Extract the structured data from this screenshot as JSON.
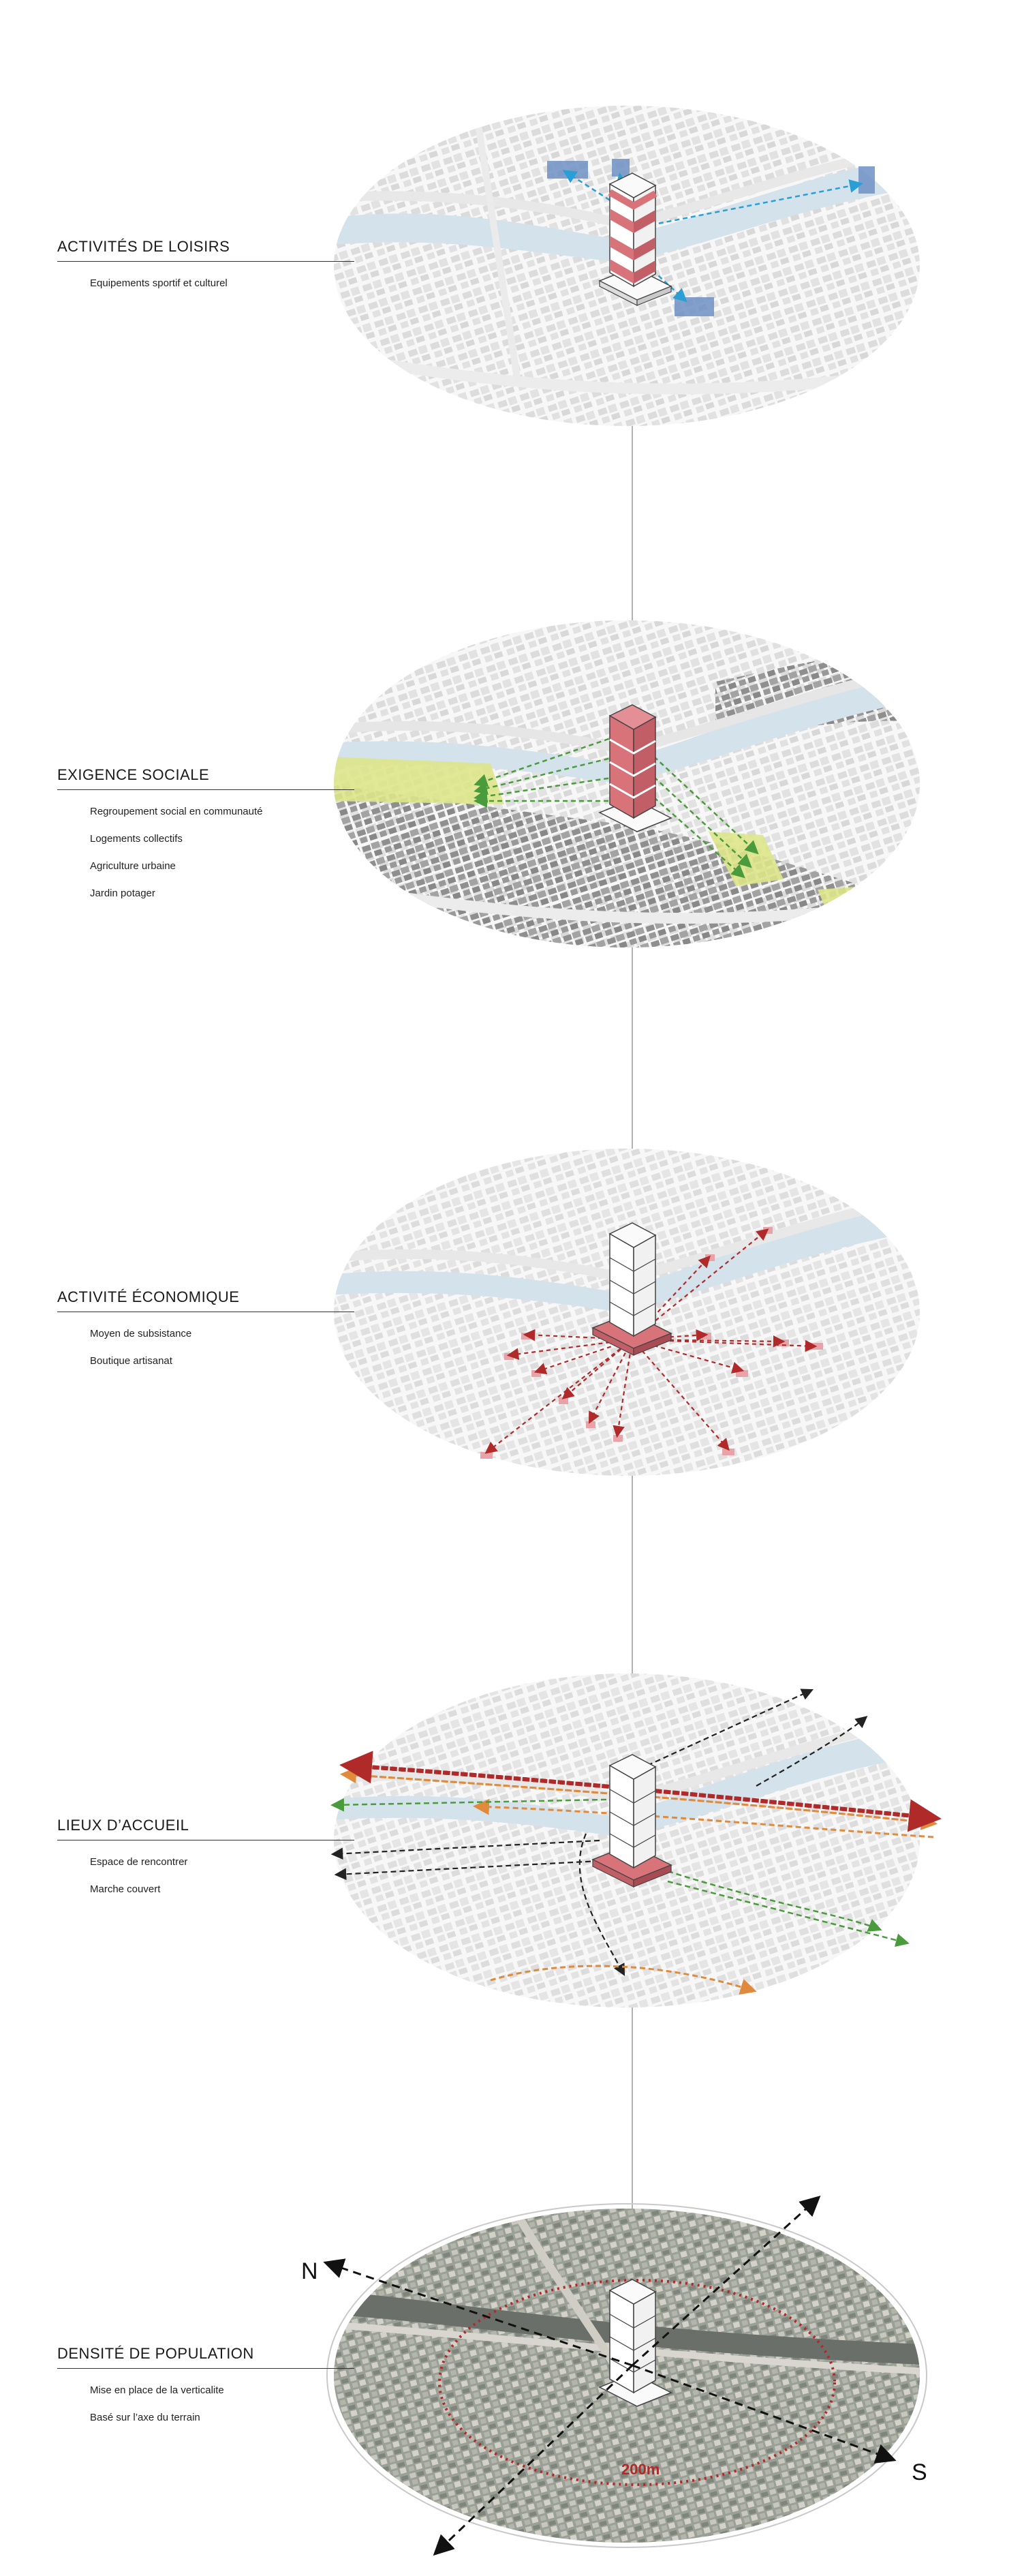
{
  "sections": [
    {
      "title": "ACTIVITÉS DE LOISIRS",
      "items": [
        "Equipements sportif et culturel"
      ]
    },
    {
      "title": "EXIGENCE SOCIALE",
      "items": [
        "Regroupement social en communauté",
        "Logements collectifs",
        "Agriculture urbaine",
        "Jardin potager"
      ]
    },
    {
      "title": "ACTIVITÉ ÉCONOMIQUE",
      "items": [
        "Moyen de subsistance",
        "Boutique artisanat"
      ]
    },
    {
      "title": "LIEUX D’ACCUEIL",
      "items": [
        "Espace de rencontrer",
        "Marche couvert"
      ]
    },
    {
      "title": "DENSITÉ DE POPULATION",
      "items": [
        "Mise en place de la verticalite",
        "Basé sur l’axe du terrain"
      ]
    }
  ],
  "compass": {
    "north": "N",
    "south": "S"
  },
  "radius_label": "200m",
  "colors": {
    "tower_red": "#d9737a",
    "leisure_blue": "#6f90c6",
    "arrow_blue": "#2a9fd6",
    "arrow_green": "#4a9b3c",
    "arrow_red": "#b02a2a",
    "arrow_orange": "#e08a3c",
    "green_space": "#dde68a",
    "river": "#d4e2ec",
    "building_light": "#d6d6d6",
    "building_dark": "#9c9c9c"
  }
}
